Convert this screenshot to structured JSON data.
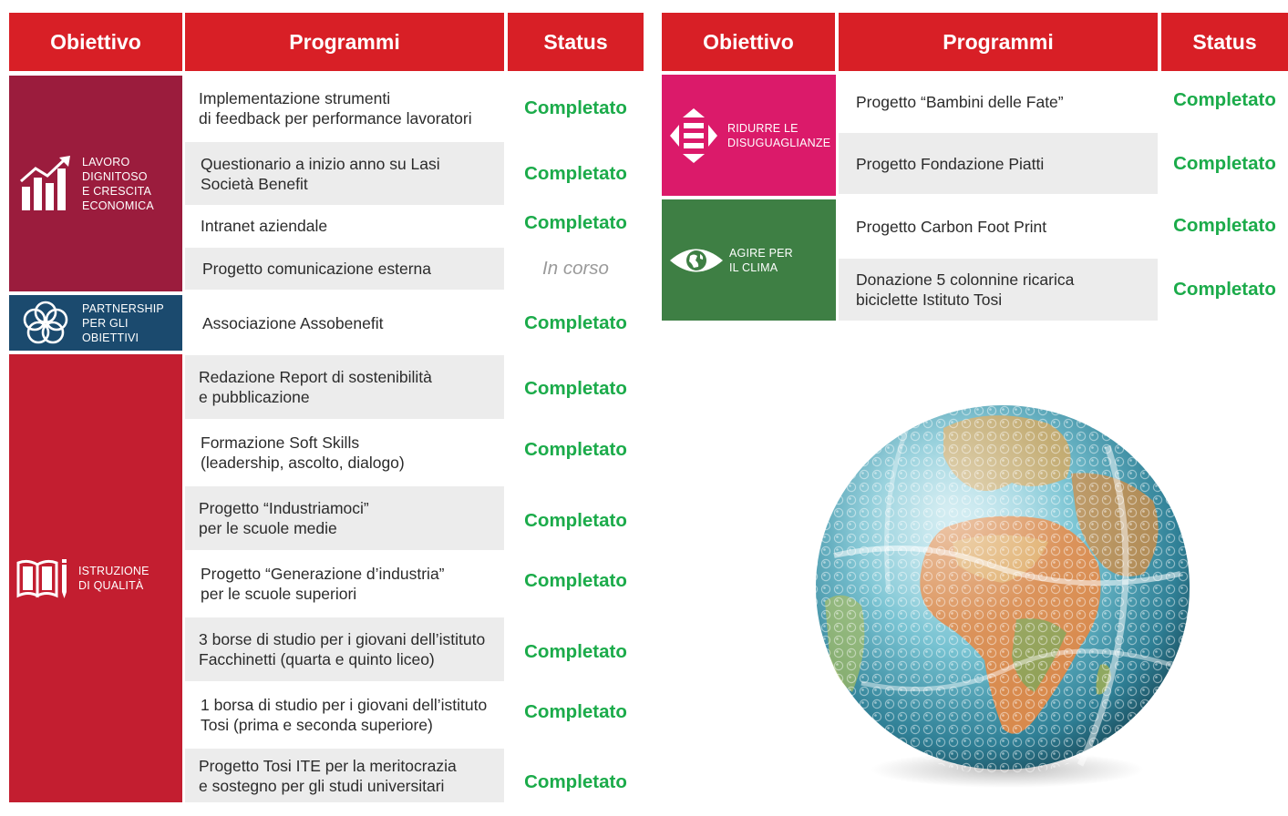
{
  "colors": {
    "header_red": "#d81f26",
    "status_green": "#1bab4a",
    "status_grey": "#9a9a9a",
    "goal_work": "#9b1c3d",
    "goal_partnership": "#1b4a6e",
    "goal_education": "#c31e30",
    "goal_inequality": "#db1a6a",
    "goal_climate": "#3e7f44"
  },
  "left_table": {
    "headers": {
      "goal": "Obiettivo",
      "programs": "Programmi",
      "status": "Status"
    },
    "goals": [
      {
        "label": "LAVORO\nDIGNITOSO\nE CRESCITA\nECONOMICA",
        "icon": "growth-chart-icon"
      },
      {
        "label": "PARTNERSHIP\nPER GLI OBIETTIVI",
        "icon": "partnership-rings-icon"
      },
      {
        "label": "ISTRUZIONE\nDI QUALITÀ",
        "icon": "book-pencil-icon"
      }
    ],
    "rows": [
      {
        "program": "Implementazione strumenti\ndi feedback per performance lavoratori",
        "status": "Completato"
      },
      {
        "program": "Questionario a inizio anno su Lasi\nSocietà Benefit",
        "status": "Completato"
      },
      {
        "program": "Intranet aziendale",
        "status": "Completato"
      },
      {
        "program": "Progetto comunicazione esterna",
        "status": "In corso"
      },
      {
        "program": "Associazione Assobenefit",
        "status": "Completato"
      },
      {
        "program": "Redazione Report di sostenibilità\ne pubblicazione",
        "status": "Completato"
      },
      {
        "program": "Formazione Soft Skills\n(leadership, ascolto, dialogo)",
        "status": "Completato"
      },
      {
        "program": "Progetto “Industriamoci”\nper le scuole medie",
        "status": "Completato"
      },
      {
        "program": "Progetto “Generazione d’industria”\nper le scuole superiori",
        "status": "Completato"
      },
      {
        "program": "3 borse di studio per i giovani dell’istituto\nFacchinetti (quarta e quinto liceo)",
        "status": "Completato"
      },
      {
        "program": "1 borsa di studio per i giovani dell’istituto\nTosi (prima e seconda superiore)",
        "status": "Completato"
      },
      {
        "program": "Progetto Tosi ITE per la meritocrazia\ne sostegno per gli studi universitari",
        "status": "Completato"
      }
    ]
  },
  "right_table": {
    "headers": {
      "goal": "Obiettivo",
      "programs": "Programmi",
      "status": "Status"
    },
    "goals": [
      {
        "label": "RIDURRE LE\nDISUGUAGLIANZE",
        "icon": "equality-arrows-icon"
      },
      {
        "label": "AGIRE PER\nIL CLIMA",
        "icon": "eye-globe-icon"
      }
    ],
    "rows": [
      {
        "program": "Progetto “Bambini delle Fate”",
        "status": "Completato"
      },
      {
        "program": "Progetto Fondazione Piatti",
        "status": "Completato"
      },
      {
        "program": "Progetto Carbon Foot Print",
        "status": "Completato"
      },
      {
        "program": "Donazione 5 colonnine ricarica\nbiciclette Istituto Tosi",
        "status": "Completato"
      }
    ]
  },
  "image": {
    "subject": "globe-bubble-wrap-illustration"
  }
}
